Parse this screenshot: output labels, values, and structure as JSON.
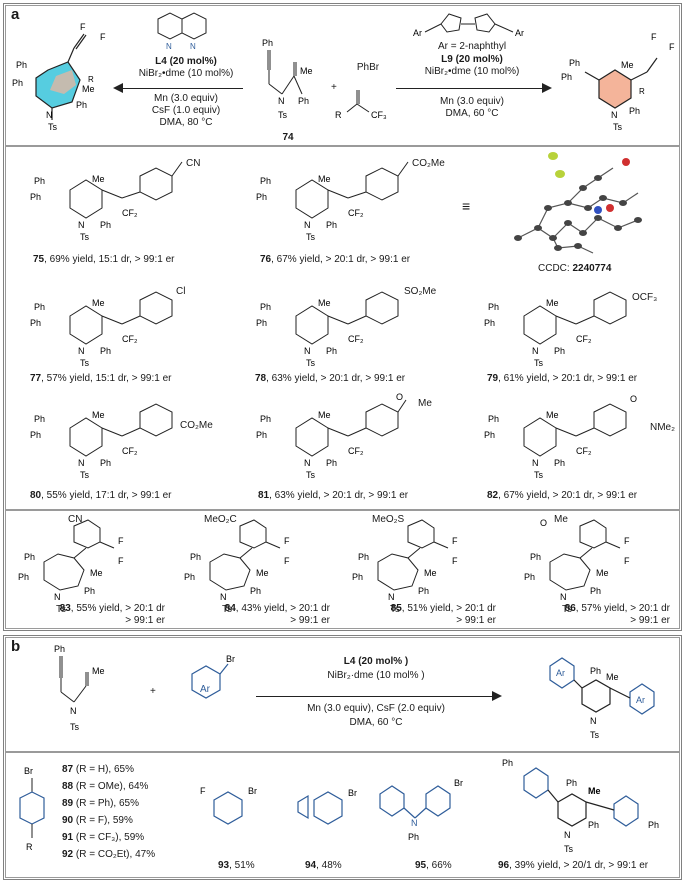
{
  "panel_a": {
    "letter": "a",
    "left_conditions": [
      "L4 (20 mol%)",
      "NiBr₂•dme (10 mol%)",
      "Mn (3.0 equiv)",
      "CsF (1.0 equiv)",
      "DMA, 80 °C"
    ],
    "right_conditions": [
      "Ar = 2-naphthyl",
      "L9 (20 mol%)",
      "NiBr₂•dme (10 mol%)",
      "Mn (3.0 equiv)",
      "DMA, 60 °C"
    ],
    "substrate_label": "74",
    "reagent_phbr": "PhBr",
    "plus": "+",
    "ccdc": "CCDC: ",
    "ccdc_number": "2240774",
    "products": [
      {
        "num": "75",
        "text": ", 69% yield, 15:1 dr, > 99:1 er"
      },
      {
        "num": "76",
        "text": ", 67% yield, > 20:1 dr, > 99:1 er"
      },
      {
        "num": "77",
        "text": ", 57% yield, 15:1 dr, > 99:1 er"
      },
      {
        "num": "78",
        "text": ", 63% yield, > 20:1 dr, > 99:1 er"
      },
      {
        "num": "79",
        "text": ", 61% yield, > 20:1 dr, > 99:1 er"
      },
      {
        "num": "80",
        "text": ", 55% yield, 17:1 dr, > 99:1 er"
      },
      {
        "num": "81",
        "text": ", 63% yield, > 20:1 dr, > 99:1 er"
      },
      {
        "num": "82",
        "text": ", 67% yield, > 20:1 dr, > 99:1 er"
      },
      {
        "num": "83",
        "text": ", 55% yield, > 20:1 dr",
        "line2": "> 99:1 er"
      },
      {
        "num": "84",
        "text": ", 43% yield, > 20:1 dr",
        "line2": "> 99:1 er"
      },
      {
        "num": "85",
        "text": ", 51% yield, > 20:1 dr",
        "line2": "> 99:1 er"
      },
      {
        "num": "86",
        "text": ", 57% yield, > 20:1 dr",
        "line2": "> 99:1 er"
      }
    ],
    "substituents": [
      "CN",
      "CO₂Me",
      "Cl",
      "SO₂Me",
      "OCF₃",
      "CO₂Me",
      "Me",
      "NMe₂",
      "CN",
      "MeO₂C",
      "MeO₂S",
      "Me"
    ]
  },
  "panel_b": {
    "letter": "b",
    "conditions": [
      "L4 (20 mol% )",
      "NiBr₂·dme (10 mol% )",
      "Mn (3.0 equiv), CsF (2.0 equiv)",
      "DMA, 60 °C"
    ],
    "plus": "+",
    "aryl_label": "Ar",
    "list": [
      {
        "num": "87",
        "text": " (R = H), 65%"
      },
      {
        "num": "88",
        "text": " (R = OMe), 64%"
      },
      {
        "num": "89",
        "text": " (R = Ph), 65%"
      },
      {
        "num": "90",
        "text": " (R = F), 59%"
      },
      {
        "num": "91",
        "text": " (R = CF₃), 59%"
      },
      {
        "num": "92",
        "text": " (R = CO₂Et), 47%"
      }
    ],
    "others": [
      {
        "num": "93",
        "text": ", 51%"
      },
      {
        "num": "94",
        "text": ", 48%"
      },
      {
        "num": "95",
        "text": ", 66%"
      },
      {
        "num": "96",
        "text": ", 39% yield, > 20/1 dr, > 99:1 er"
      }
    ]
  },
  "colors": {
    "blue": "#2f5d9a",
    "cyan": "#56cde0",
    "salmon": "#f4b49a",
    "frame": "#808080"
  }
}
